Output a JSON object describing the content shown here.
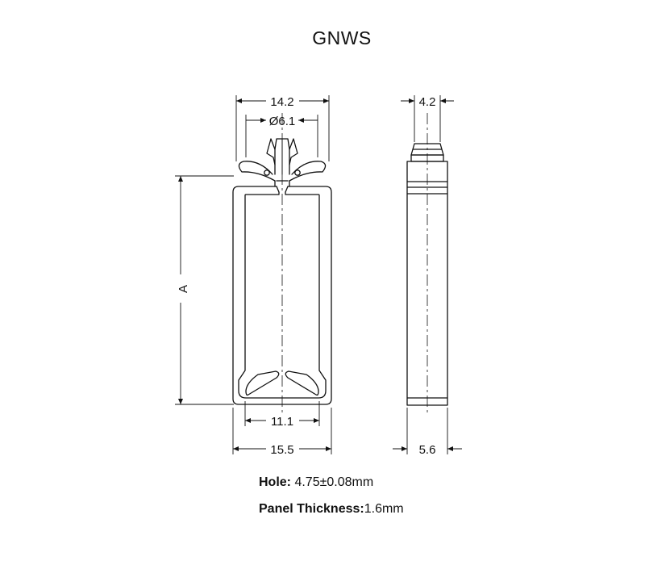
{
  "title": "GNWS",
  "dimensions": {
    "top_width": "14.2",
    "hole_dia": "Ø6.1",
    "height": "A",
    "inner_width": "11.1",
    "outer_width": "15.5",
    "side_top": "4.2",
    "side_width": "5.6"
  },
  "specs": {
    "hole_label": "Hole:",
    "hole_value": " 4.75±0.08mm",
    "panel_label": "Panel Thickness:",
    "panel_value": "1.6mm"
  }
}
